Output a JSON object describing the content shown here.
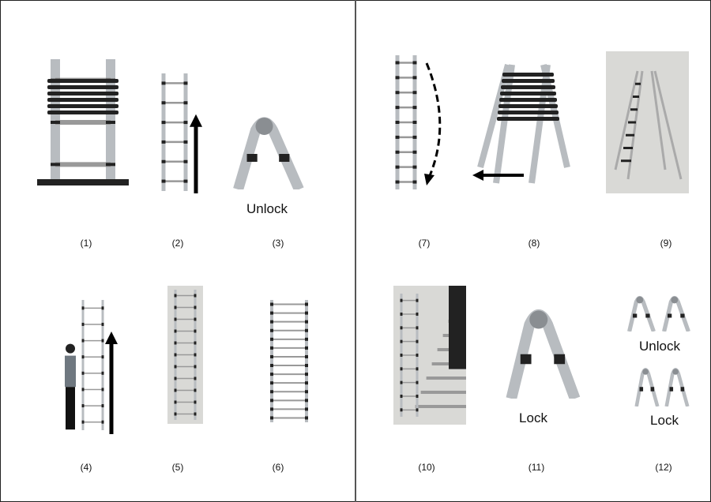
{
  "figures": [
    {
      "caption": "(1)"
    },
    {
      "caption": "(2)"
    },
    {
      "caption": "(3)",
      "note": "Unlock"
    },
    {
      "caption": "(4)"
    },
    {
      "caption": "(5)"
    },
    {
      "caption": "(6)"
    },
    {
      "caption": "(7)"
    },
    {
      "caption": "(8)"
    },
    {
      "caption": "(9)"
    },
    {
      "caption": "(10)"
    },
    {
      "caption": "(11)",
      "note": "Lock"
    },
    {
      "caption": "(12)",
      "note_top": "Unlock",
      "note_bottom": "Lock"
    }
  ]
}
